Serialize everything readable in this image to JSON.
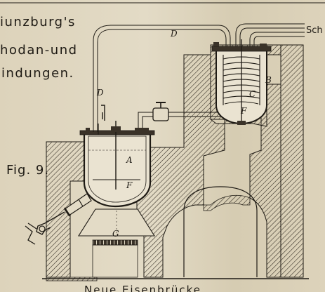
{
  "heading": {
    "line1": "iunzburg's",
    "line2": "hodan-und",
    "line3": "indungen."
  },
  "figure_label": "Fig. 9.",
  "footer_text": "Neue Eisenbrücke",
  "labels": {
    "d_upper": "D",
    "d_left": "D",
    "a": "A",
    "f_vessel": "F",
    "g": "G",
    "b": "B",
    "c": "C",
    "f_coil": "F",
    "sch": "Sch"
  },
  "colors": {
    "paper": "#ddd3bb",
    "ink": "#1e1a14",
    "hatch": "#2a241c"
  }
}
